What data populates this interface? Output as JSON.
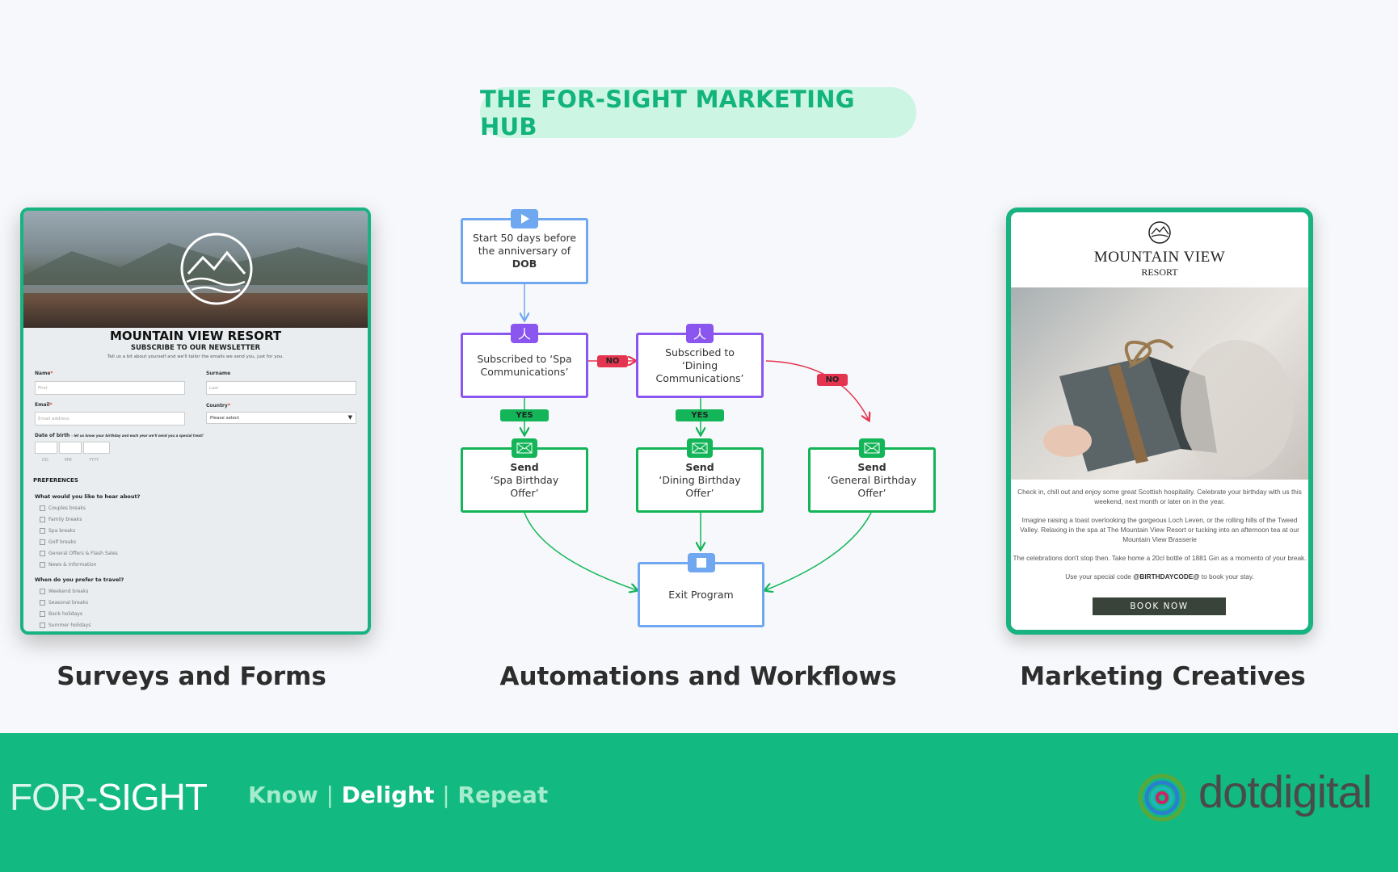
{
  "title": "THE FOR-SIGHT MARKETING HUB",
  "sections": {
    "forms": "Surveys and Forms",
    "automations": "Automations and Workflows",
    "creatives": "Marketing Creatives"
  },
  "form": {
    "title": "MOUNTAIN VIEW RESORT",
    "subtitle": "SUBSCRIBE TO OUR NEWSLETTER",
    "intro": "Tell us a bit about yourself and we'll tailor the emails we send you, just for you.",
    "name_label": "Name",
    "name_placeholder": "First",
    "surname_label": "Surname",
    "surname_placeholder": "Last",
    "email_label": "Email",
    "email_placeholder": "Email address",
    "country_label": "Country",
    "country_value": "Please select",
    "dob_label": "Date of birth",
    "dob_hint": "- let us know your birthday and each year we'll send you a special treat!",
    "dd": "DD",
    "mm": "MM",
    "yyyy": "YYYY",
    "preferences": "PREFERENCES",
    "q1": "What would you like to hear about?",
    "q1_options": [
      "Couples breaks",
      "Family breaks",
      "Spa breaks",
      "Golf breaks",
      "General Offers & Flash Sales",
      "News & Information"
    ],
    "q2": "When do you prefer to travel?",
    "q2_options": [
      "Weekend breaks",
      "Seasonal breaks",
      "Bank holidays",
      "Summer holidays"
    ]
  },
  "workflow": {
    "start": {
      "line1": "Start 50 days before",
      "line2": "the anniversary of",
      "bold": "DOB"
    },
    "cond_spa": "Subscribed to ‘Spa Communications’",
    "cond_dining": "Subscribed to ‘Dining Communications’",
    "send_label": "Send",
    "send_spa": "‘Spa Birthday Offer’",
    "send_dining": "‘Dining Birthday Offer’",
    "send_general": "‘General Birthday Offer’",
    "exit": "Exit Program",
    "yes": "YES",
    "no": "NO"
  },
  "email": {
    "brand_line1": "MOUNTAIN VIEW",
    "brand_line2": "RESORT",
    "p1": "Check in, chill out and enjoy some great Scottish hospitality. Celebrate your birthday with us this weekend, next month or later on in the year.",
    "p2": "Imagine raising a toast overlooking the gorgeous Loch Leven, or the rolling hills of the Tweed Valley. Relaxing in the spa at The Mountain View Resort or tucking into an afternoon tea at our Mountain View Brasserie",
    "p3": "The celebrations don't stop then. Take home a 20cl bottle of 1881 Gin as a momento of your break.",
    "p4_pre": "Use your special code ",
    "p4_code": "@BIRTHDAYCODE@",
    "p4_post": " to book your stay.",
    "cta": "BOOK NOW"
  },
  "footer": {
    "brand_for": "FOR",
    "brand_sight": "SIGHT",
    "know": "Know",
    "sep": "|",
    "delight": "Delight",
    "repeat": "Repeat",
    "partner": "dotdigital"
  },
  "colors": {
    "green": "#12b981",
    "blue": "#6fa8f0",
    "purple": "#8b55f0",
    "red": "#e5344f",
    "yes": "#13b558"
  }
}
